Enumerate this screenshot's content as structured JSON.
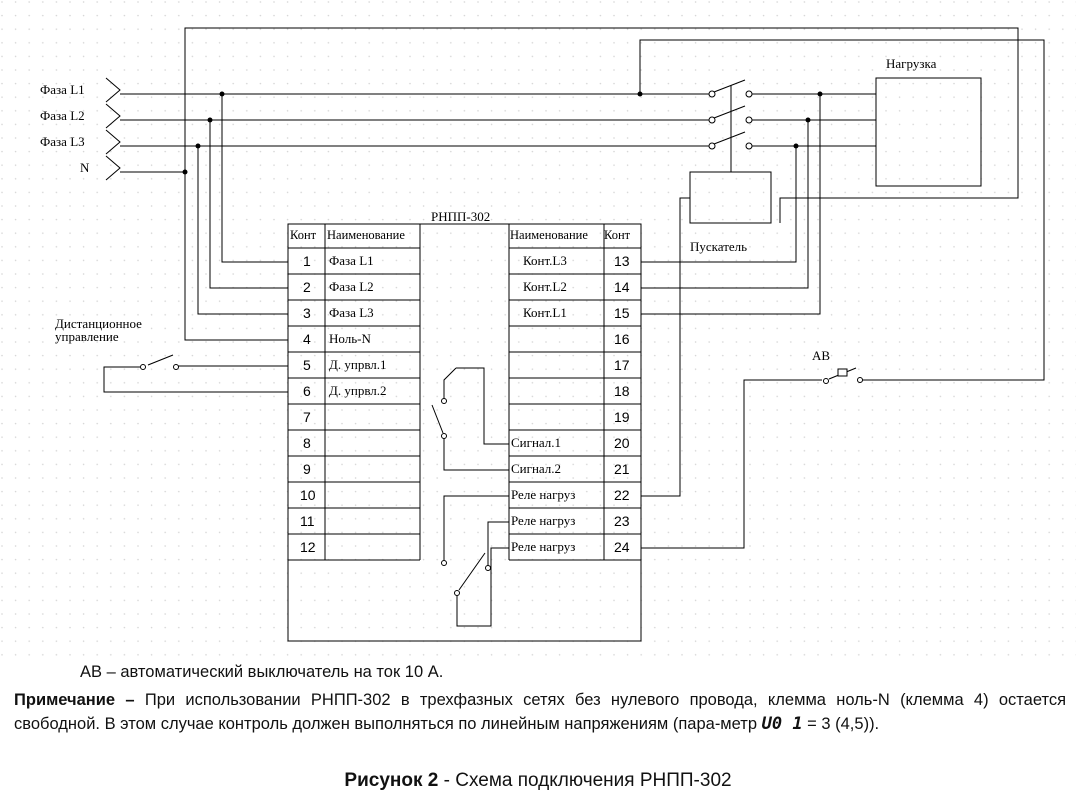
{
  "lines": {
    "L1": "Фаза L1",
    "L2": "Фаза L2",
    "L3": "Фаза L3",
    "N": "N"
  },
  "load_label": "Нагрузка",
  "starter_label": "Пускатель",
  "device_title": "РНПП-302",
  "remote_label": [
    "Дистанционное",
    "управление"
  ],
  "breaker_label": "АВ",
  "left_table": {
    "headers": [
      "Конт",
      "Наименование"
    ],
    "rows": [
      {
        "num": "1",
        "name": "Фаза L1"
      },
      {
        "num": "2",
        "name": "Фаза L2"
      },
      {
        "num": "3",
        "name": "Фаза L3"
      },
      {
        "num": "4",
        "name": "Ноль-N"
      },
      {
        "num": "5",
        "name": "Д. упрвл.1"
      },
      {
        "num": "6",
        "name": "Д. упрвл.2"
      },
      {
        "num": "7",
        "name": ""
      },
      {
        "num": "8",
        "name": ""
      },
      {
        "num": "9",
        "name": ""
      },
      {
        "num": "10",
        "name": ""
      },
      {
        "num": "11",
        "name": ""
      },
      {
        "num": "12",
        "name": ""
      }
    ]
  },
  "right_table": {
    "headers": [
      "Наименование",
      "Конт"
    ],
    "rows": [
      {
        "name": "Конт.L3",
        "num": "13"
      },
      {
        "name": "Конт.L2",
        "num": "14"
      },
      {
        "name": "Конт.L1",
        "num": "15"
      },
      {
        "name": "",
        "num": "16"
      },
      {
        "name": "",
        "num": "17"
      },
      {
        "name": "",
        "num": "18"
      },
      {
        "name": "",
        "num": "19"
      },
      {
        "name": "Сигнал.1",
        "num": "20"
      },
      {
        "name": "Сигнал.2",
        "num": "21"
      },
      {
        "name": "Реле нагруз",
        "num": "22"
      },
      {
        "name": "Реле нагруз",
        "num": "23"
      },
      {
        "name": "Реле нагруз",
        "num": "24"
      }
    ]
  },
  "av_note": "АВ – автоматический выключатель на ток 10 А.",
  "note": {
    "label": "Примечание –",
    "text": "При использовании РНПП-302 в трехфазных сетях без нулевого провода, клемма ноль-N (клемма 4) остается свободной. В этом случае контроль должен выполняться по линейным напряжениям (пара-метр",
    "param": "U0 1",
    "value": "= 3 (4,5))."
  },
  "figure": {
    "label": "Рисунок 2",
    "title": "- Схема подключения РНПП-302"
  }
}
